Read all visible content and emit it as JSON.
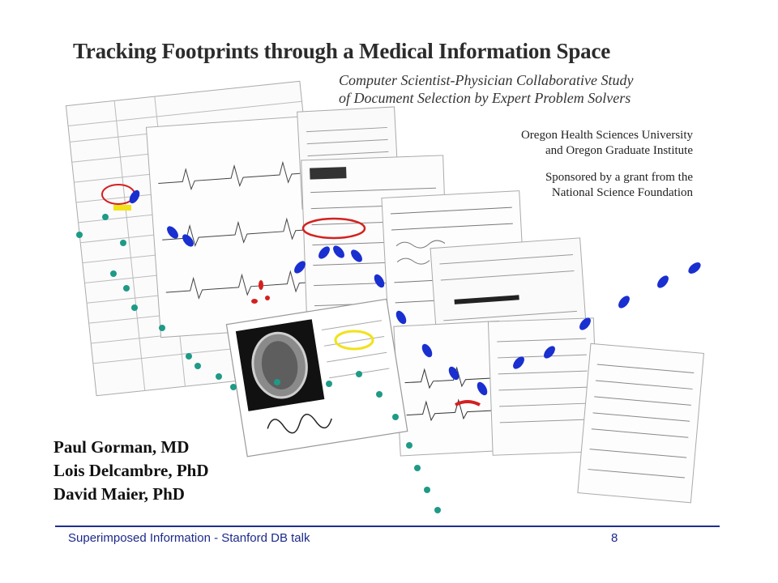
{
  "poster": {
    "title": "Tracking Footprints through a Medical Information Space",
    "subtitle_line1": "Computer Scientist-Physician Collaborative Study",
    "subtitle_line2": "of Document Selection by Expert Problem Solvers",
    "institution_line1": "Oregon Health Sciences University",
    "institution_line2": "and Oregon Graduate Institute",
    "sponsor_line1": "Sponsored by a grant from the",
    "sponsor_line2": "National Science Foundation"
  },
  "authors": [
    "Paul Gorman, MD",
    "Lois Delcambre, PhD",
    "David Maier, PhD"
  ],
  "footer": {
    "left": "Superimposed Information - Stanford DB talk",
    "page_number": "8"
  },
  "colors": {
    "footer_text": "#1c2a8a",
    "footer_rule": "#1f2f8f",
    "footprint_blue": "#1a2fd0",
    "footprint_teal": "#1f9a86",
    "highlight_red": "#d42020",
    "highlight_yellow": "#f2e21a"
  }
}
